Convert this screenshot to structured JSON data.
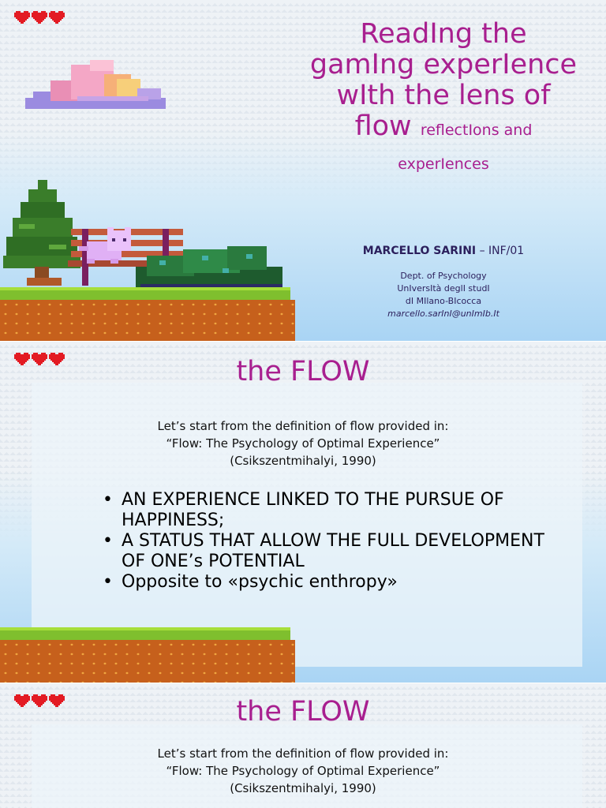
{
  "slide1": {
    "title_line1": "ReadIng the",
    "title_line2": "gamIng experIence",
    "title_line3": "wIth the lens of",
    "title_line4_big": "flow",
    "title_line4_small": "reflectIons and",
    "title_line5": "experIences",
    "author_name": "MARCELLO SARINI",
    "author_code": " – INF/01",
    "affiliation_1": "Dept. of Psychology",
    "affiliation_2": "UnIversItà deglI studI",
    "affiliation_3": "dI MIlano-BIcocca",
    "email": "marcello.sarInI@unImIb.It"
  },
  "slide2": {
    "title": "the FLOW",
    "def_line1": "Let’s start from the definition of flow provided in:",
    "def_line2": "“Flow: The Psychology of Optimal Experience”",
    "def_line3": "(Csikszentmihalyi, 1990)",
    "bullets": [
      "AN EXPERIENCE LINKED TO THE PURSUE OF HAPPINESS;",
      "A STATUS THAT ALLOW THE FULL DEVELOPMENT OF ONE’s POTENTIAL",
      "Opposite to «psychic enthropy»"
    ]
  },
  "slide3": {
    "title": "the FLOW",
    "def_line1": "Let’s start from the definition of flow provided in:",
    "def_line2": "“Flow: The Psychology of Optimal Experience”",
    "def_line3": "(Csikszentmihalyi, 1990)"
  },
  "icons": {
    "lives": "heart-icon",
    "cloud": "cloud-icon",
    "tree": "pine-tree-icon",
    "bench": "bench-icon",
    "cat": "cat-icon",
    "bush": "bush-icon"
  },
  "colors": {
    "title": "#a81f8f",
    "author": "#2b1f5c",
    "heart": "#e31b23",
    "grass": "#7fbf2e",
    "dirt": "#c6601c"
  }
}
